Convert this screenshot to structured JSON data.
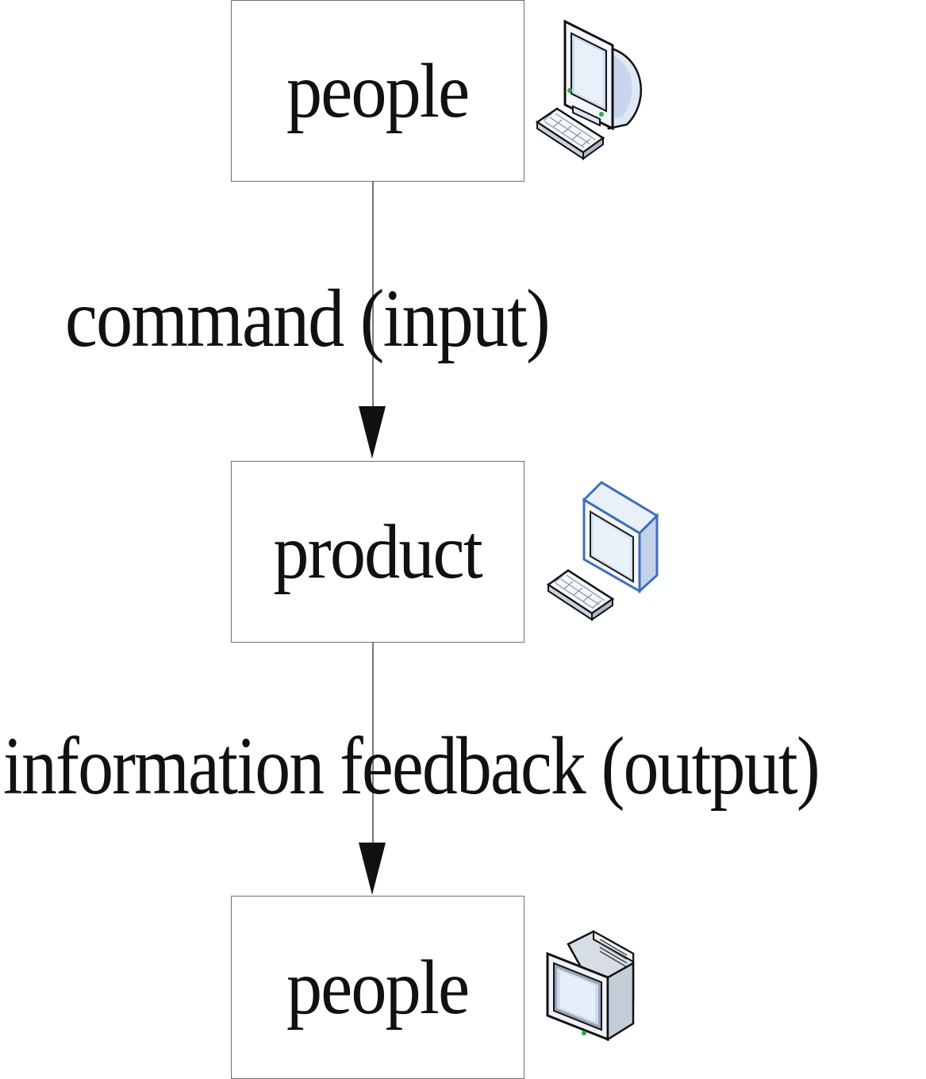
{
  "diagram": {
    "nodes": [
      {
        "label": "people",
        "icon": "crt-computer-icon"
      },
      {
        "label": "product",
        "icon": "tower-computer-icon"
      },
      {
        "label": "people",
        "icon": "monitor-icon"
      }
    ],
    "edges": [
      {
        "label": "command (input)"
      },
      {
        "label": "information feedback (output)"
      }
    ]
  }
}
